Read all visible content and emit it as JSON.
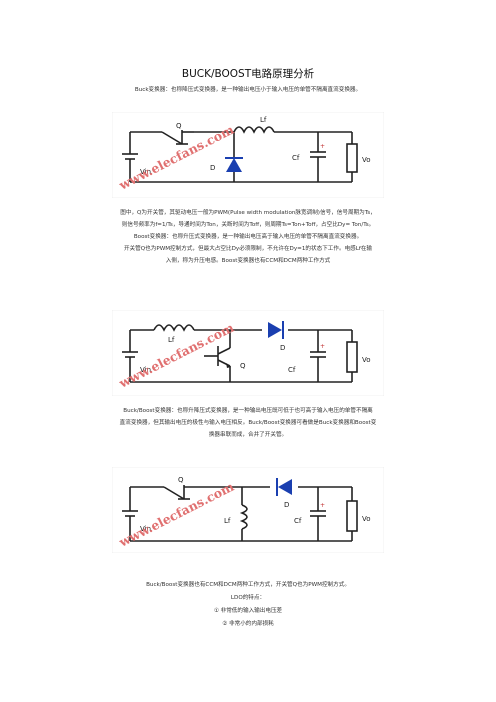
{
  "title": "BUCK/BOOST电路原理分析",
  "intro": "Buck变换器：也称降压式变换器，是一种输出电压小于输入电压的单管不隔离直流变换器。",
  "fig_labels": {
    "q": "Q",
    "lf": "Lf",
    "d": "D",
    "cf": "Cf",
    "vin": "Vin",
    "vo": "Vo",
    "watermark": "www.elecfans.com"
  },
  "para2": [
    "图中，Q为开关管，其驱动电压一般为PWM(Pulse width modulation脉宽调制)信号，信号周期为Ts，",
    "则信号频率为f=1/Ts，导通时间为Ton，关断时间为Toff，则周期Ts=Ton+Toff，占空比Dy= Ton/Ts。",
    "Boost变换器：也称升压式变换器，是一种输出电压高于输入电压的单管不隔离直流变换器。",
    "开关管Q也为PWM控制方式，但最大占空比Dy必须限制，不允许在Dy=1的状态下工作。电感Lf在输",
    "入侧，称为升压电感。Boost变换器也有CCM和DCM两种工作方式"
  ],
  "para3": [
    "Buck/Boost变换器：也称升降压式变换器，是一种输出电压既可低于也可高于输入电压的单管不隔离",
    "直流变换器，但其输出电压的极性与输入电压相反。Buck/Boost变换器可看做是Buck变换器和Boost变",
    "换器串联而成，合并了开关管。"
  ],
  "para4": "Buck/Boost变换器也有CCM和DCM两种工作方式，开关管Q也为PWM控制方式。",
  "ldo_heading": "LDO的特点：",
  "ldo_items": [
    "① 非常低的输入输出电压差",
    "② 非常小的内部损耗"
  ],
  "colors": {
    "wire": "#222222",
    "diode": "#1a3fb0",
    "cap_plus": "#c03030",
    "watermark": "#e07070",
    "figure_bg": "#ffffff",
    "frame": "#dddddd"
  }
}
